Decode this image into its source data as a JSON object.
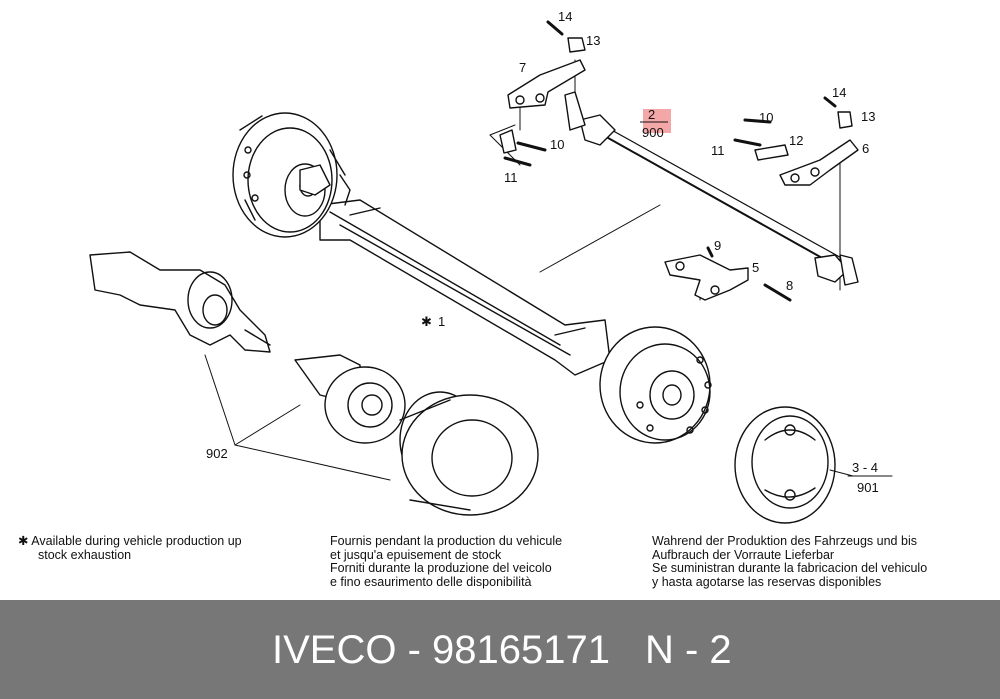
{
  "callouts": {
    "c14a": "14",
    "c13a": "13",
    "c7": "7",
    "c10a": "10",
    "c11a": "11",
    "c2": "2",
    "c900": "900",
    "c10b": "10",
    "c11b": "11",
    "c12": "12",
    "c14b": "14",
    "c13b": "13",
    "c6": "6",
    "c9": "9",
    "c5": "5",
    "c8": "8",
    "c1_mark": "✱",
    "c1": "1",
    "c902": "902",
    "c34": "3 - 4",
    "c901": "901"
  },
  "notes": {
    "star": "✱",
    "en": [
      "Available during vehicle production up",
      "stock exhaustion"
    ],
    "fr": [
      "Fournis pendant la production du vehicule",
      "et jusqu'a epuisement de stock"
    ],
    "it": [
      "Forniti durante la produzione del veicolo",
      "e fino esaurimento delle disponibilità"
    ],
    "de": [
      "Wahrend der Produktion des Fahrzeugs und bis",
      "Aufbrauch der Vorraute Lieferbar"
    ],
    "es": [
      "Se suministran durante la fabricacion del vehiculo",
      "y hasta agotarse las reservas disponibles"
    ]
  },
  "footer": {
    "brand_part": "IVECO - 98165171",
    "group": "N - 2"
  },
  "colors": {
    "highlight": "#f4a7a7",
    "footer_bg": "#777777"
  }
}
